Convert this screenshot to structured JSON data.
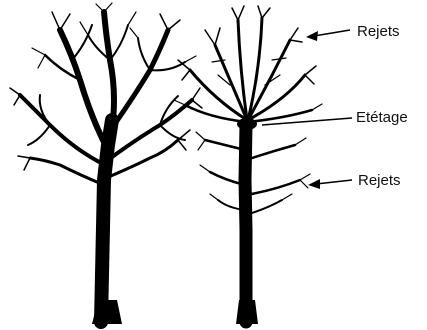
{
  "labels": {
    "rejets_top": "Rejets",
    "etetage": "Etétage",
    "rejets_bottom": "Rejets"
  },
  "colors": {
    "ink": "#000000",
    "label_text": "#111111",
    "background": "#ffffff"
  }
}
